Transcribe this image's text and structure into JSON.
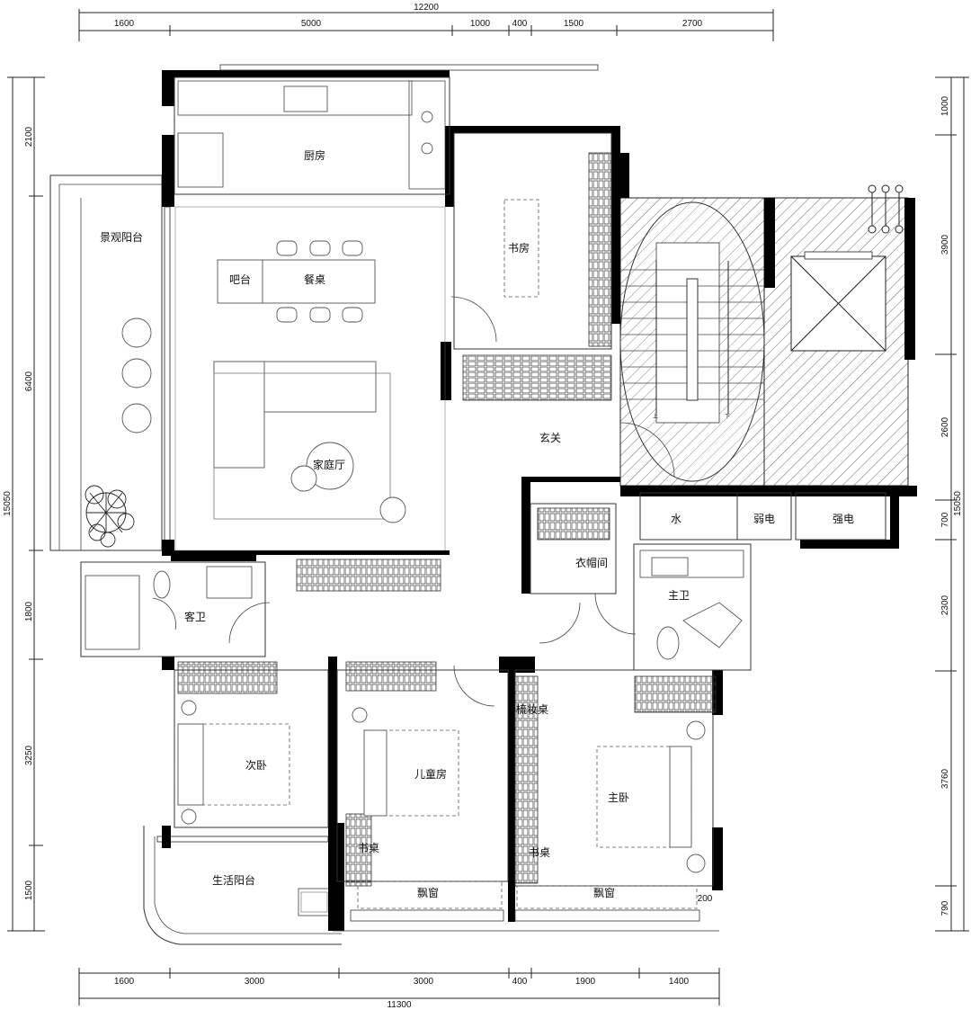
{
  "plan": {
    "dims_top": {
      "total": "12200",
      "segments": [
        "1600",
        "5000",
        "1000",
        "400",
        "1500",
        "2700"
      ]
    },
    "dims_bottom": {
      "total": "11300",
      "segments": [
        "1600",
        "3000",
        "3000",
        "400",
        "1900",
        "1400"
      ]
    },
    "dims_left": {
      "total": "15050",
      "segments": [
        "2100",
        "6400",
        "1800",
        "3250",
        "1500"
      ]
    },
    "dims_right": {
      "total": "15050",
      "segments": [
        "1000",
        "3900",
        "2600",
        "700",
        "2300",
        "3760",
        "790"
      ]
    },
    "rooms": {
      "kitchen": "厨房",
      "study": "书房",
      "bar": "吧台",
      "dining": "餐桌",
      "view_balcony": "景观阳台",
      "family_hall": "家庭厅",
      "foyer": "玄关",
      "water": "水",
      "weak_elec": "弱电",
      "strong_elec": "强电",
      "cloakroom": "衣帽间",
      "guest_bath": "客卫",
      "master_bath": "主卫",
      "second_bed": "次卧",
      "kids_room": "儿童房",
      "master_bed": "主卧",
      "desk1": "书桌",
      "desk2": "书桌",
      "vanity": "梳妆桌",
      "bay1": "飘窗",
      "bay2": "飘窗",
      "service_balcony": "生活阳台",
      "small_200": "200",
      "stair_up": "上",
      "stair_down": "下"
    }
  }
}
